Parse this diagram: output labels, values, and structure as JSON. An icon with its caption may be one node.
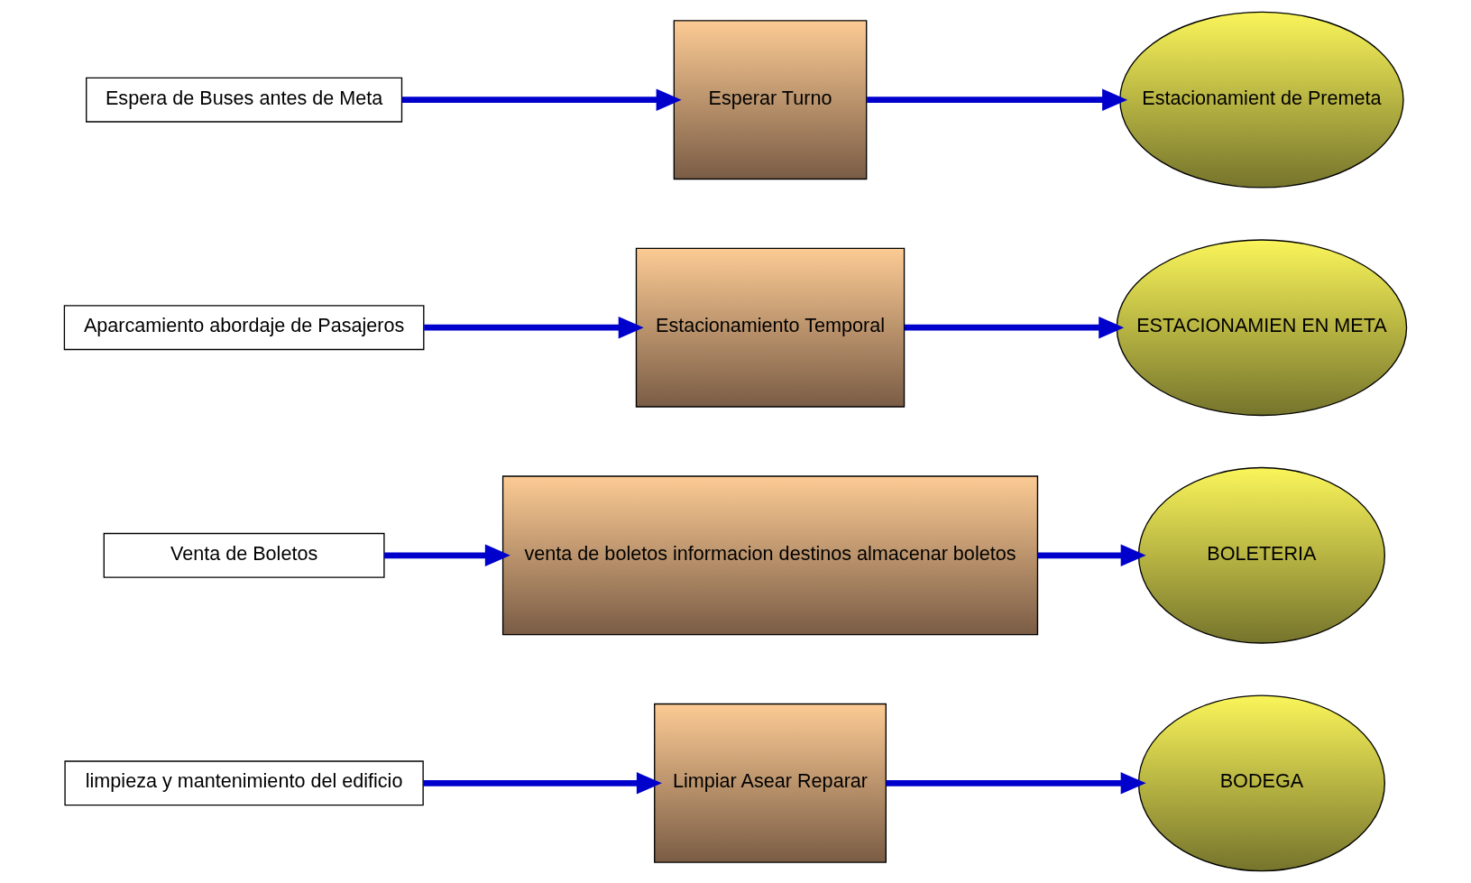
{
  "diagram": {
    "nodes": [
      {
        "text": [
          "limpieza y mantenimiento del edificio"
        ]
      },
      {
        "text": [
          "Limpiar Asear Reparar"
        ]
      },
      {
        "text": [
          "BODEGA"
        ]
      },
      {
        "text": [
          "Venta de Boletos"
        ]
      },
      {
        "text": [
          "venta de boletos informacion destinos almacenar boletos"
        ]
      },
      {
        "text": [
          "BOLETERIA"
        ]
      },
      {
        "text": [
          "Aparcamiento abordaje de Pasajeros"
        ]
      },
      {
        "text": [
          "Estacionamiento Temporal"
        ]
      },
      {
        "text": [
          "ESTACIONAMIEN EN META"
        ]
      },
      {
        "text": [
          "Espera de Buses antes de Meta"
        ]
      },
      {
        "text": [
          "Esperar Turno"
        ]
      },
      {
        "text": [
          "Estacionamient de Premeta"
        ]
      }
    ],
    "edges": [
      {
        "from": 0,
        "to": 1,
        "arrow": "to"
      },
      {
        "from": 1,
        "to": 2,
        "arrow": "to"
      },
      {
        "from": 3,
        "to": 4,
        "arrow": "to"
      },
      {
        "from": 4,
        "to": 5,
        "arrow": "to"
      },
      {
        "from": 6,
        "to": 7,
        "arrow": "to"
      },
      {
        "from": 7,
        "to": 8,
        "arrow": "to"
      },
      {
        "from": 9,
        "to": 10,
        "arrow": "to"
      },
      {
        "from": 10,
        "to": 11,
        "arrow": "to"
      }
    ]
  }
}
